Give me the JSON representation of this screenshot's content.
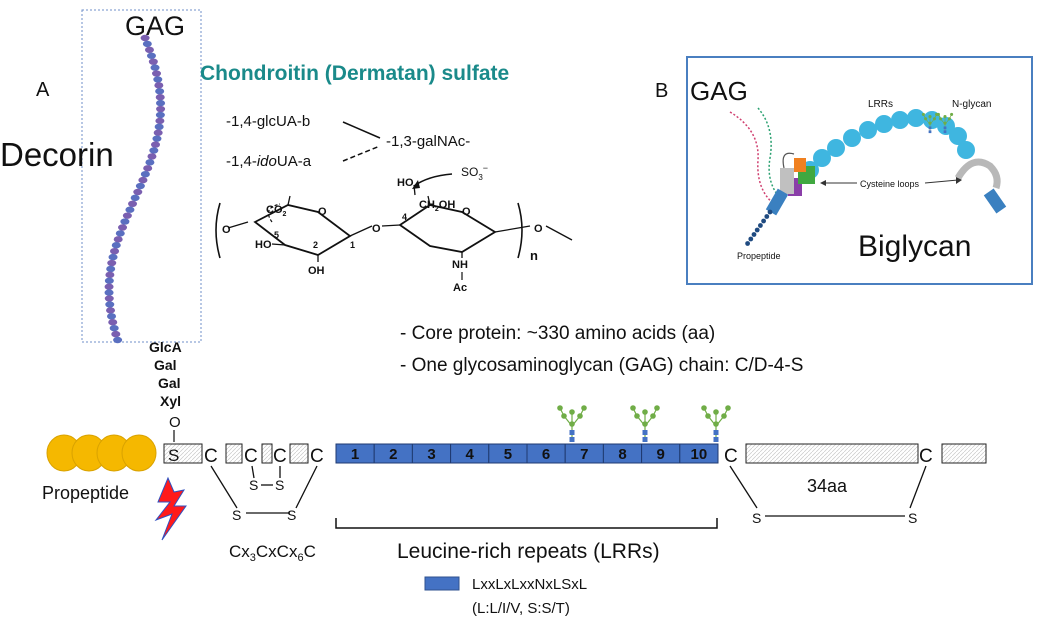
{
  "panel_a": {
    "label": "A",
    "gag": "GAG",
    "protein_name": "Decorin",
    "title": "Chondroitin (Dermatan) sulfate",
    "linkage": {
      "line1": "-1,4-glcUA-b",
      "line2_pre": "-1,4-",
      "line2_italic": "ido",
      "line2_post": "UA-a",
      "line3": "-1,3-galNAc-"
    },
    "structure": {
      "sulfate": "SO",
      "sulfate_sub": "3",
      "sulfate_sup": "−",
      "carboxyl": "CO",
      "carboxyl_sub": "2",
      "carboxyl_sup": "−",
      "ho_left": "HO",
      "oh_bottom": "OH",
      "ho_top": "HO",
      "ch2oh": "CH",
      "ch2oh_sub": "2",
      "ch2oh_post": "OH",
      "nh": "NH",
      "ac": "Ac",
      "o": "O",
      "n": "n",
      "num_1": "1",
      "num_2": "2",
      "num_4": "4",
      "num_5": "5"
    },
    "sugar_linker": [
      "GlcA",
      "Gal",
      "Gal",
      "Xyl"
    ],
    "o_link": "O",
    "propeptide": "Propeptide",
    "cys": "C",
    "ser": "S",
    "disulfide_s": "S",
    "cys_motif": {
      "pre": "Cx",
      "sub1": "3",
      "mid": "CxCx",
      "sub2": "6",
      "post": "C"
    },
    "lrr_numbers": [
      "1",
      "2",
      "3",
      "4",
      "5",
      "6",
      "7",
      "8",
      "9",
      "10"
    ],
    "lrr_label": "Leucine-rich repeats (LRRs)",
    "c_term_gap": "34aa",
    "bullets": [
      "- Core protein: ~330 amino acids (aa)",
      "- One glycosaminoglycan (GAG) chain: C/D-4-S"
    ],
    "legend": {
      "motif": "LxxLxLxxNxLSxL",
      "note": "(L:L/I/V, S:S/T)"
    },
    "colors": {
      "lrr_fill": "#4472c4",
      "propeptide": "#f5b800",
      "bolt": "#ff1a1a",
      "title_teal": "#1a8a8a",
      "glycan_green": "#70ad47"
    }
  },
  "panel_b": {
    "label": "B",
    "gag": "GAG",
    "lrrs": "LRRs",
    "nglycan": "N-glycan",
    "cysteine_loops": "Cysteine loops",
    "propeptide": "Propeptide",
    "protein_name": "Biglycan",
    "colors": {
      "bead": "#3fb6e0",
      "frame": "#4a7fc0"
    }
  }
}
